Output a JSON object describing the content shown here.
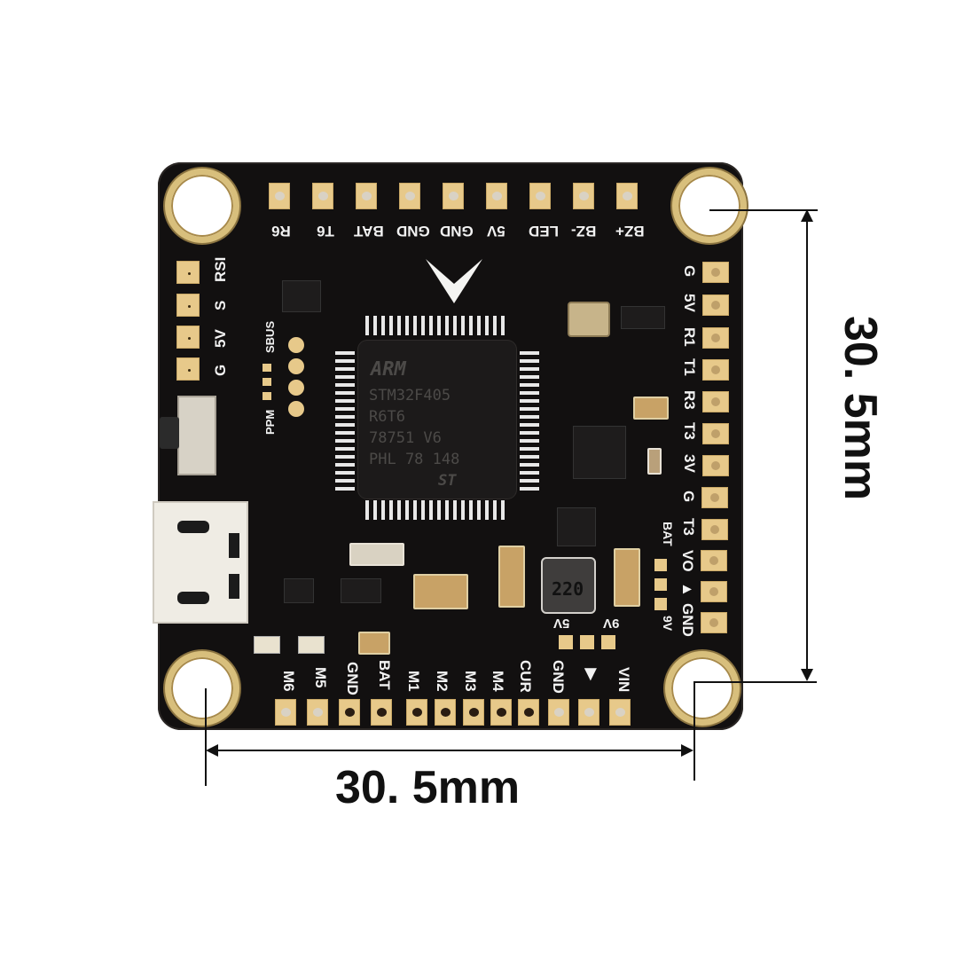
{
  "product": {
    "type": "Flight controller PCB (top view)",
    "mcu": {
      "logo": "ARM",
      "lines": [
        "STM32F405",
        "R6T6",
        "78751 V6",
        "PHL 78 148"
      ],
      "vendor_logo": "ST"
    },
    "inductor_label": "220",
    "colors": {
      "board": "#121010",
      "pad_gold": "#e7c98a",
      "silkscreen": "#f2f2f2",
      "background": "#ffffff",
      "dimension_line": "#111111"
    }
  },
  "pads": {
    "top": [
      "R6",
      "T6",
      "BAT",
      "GND",
      "GND",
      "5V",
      "LED",
      "BZ-",
      "BZ+"
    ],
    "right": [
      "G",
      "5V",
      "R1",
      "T1",
      "R3",
      "T3",
      "3V",
      "G",
      "T3",
      "VO",
      "▲",
      "GND"
    ],
    "bottom": [
      "M6",
      "M5",
      "GND",
      "BAT",
      "M1",
      "M2",
      "M3",
      "M4",
      "CUR",
      "GND",
      "▼",
      "VIN"
    ],
    "left": [
      "RSI",
      "S",
      "5V",
      "G"
    ],
    "left_inner": [
      "SBUS",
      "PPM"
    ],
    "vtx_jumper": [
      "BAT",
      "9V"
    ],
    "regulator_jumper": [
      "5V",
      "9V"
    ]
  },
  "dimensions": {
    "horizontal": "30. 5mm",
    "vertical": "30. 5mm"
  }
}
